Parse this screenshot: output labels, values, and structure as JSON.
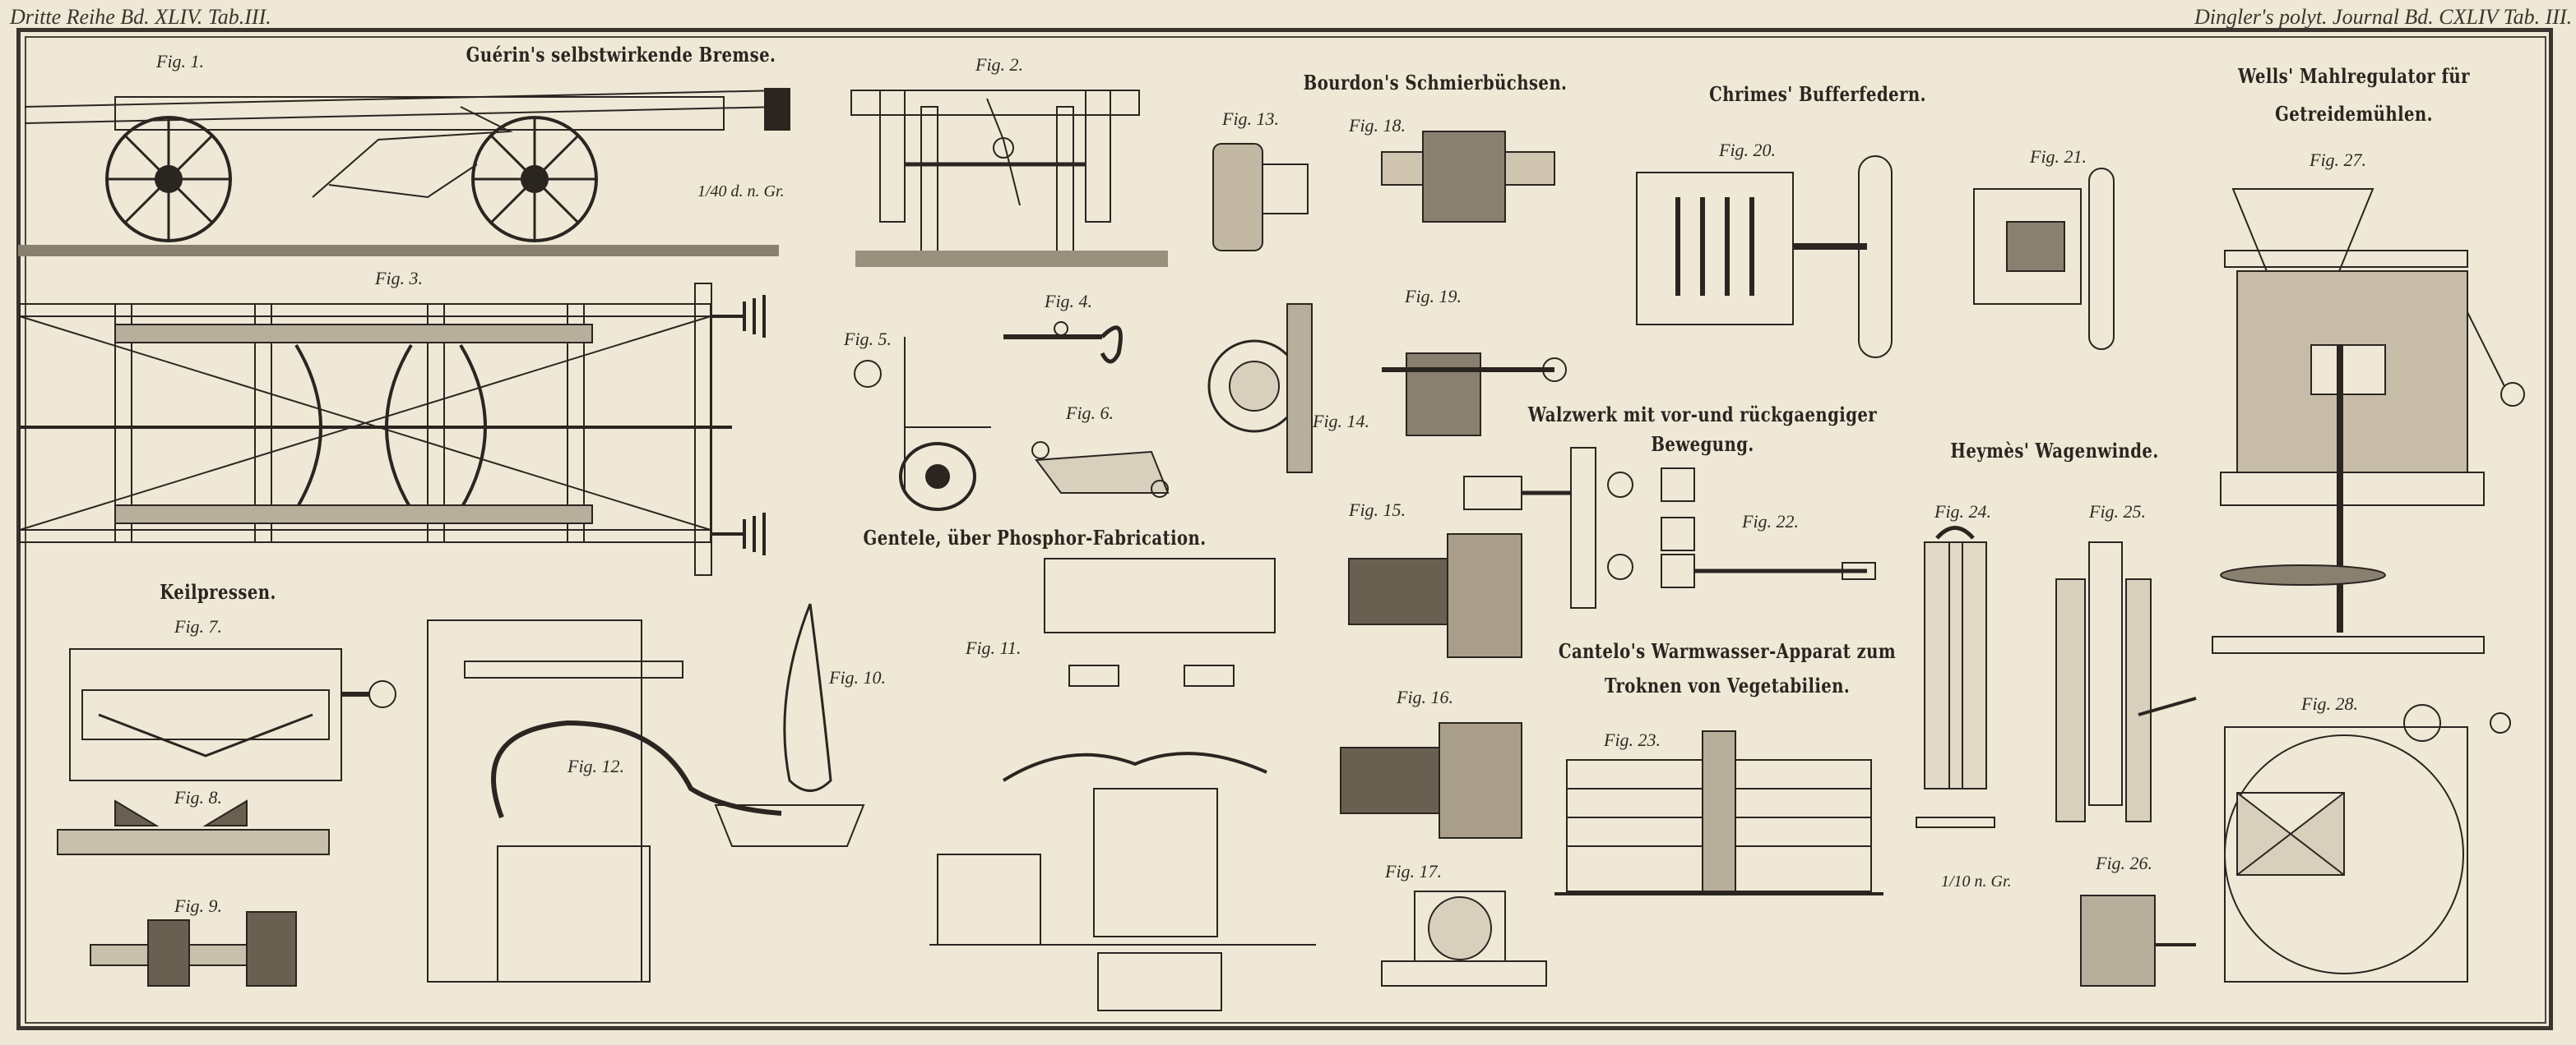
{
  "header": {
    "left": "Dritte Reihe Bd. XLIV. Tab.III.",
    "right": "Dingler's polyt. Journal Bd. CXLIV Tab. III."
  },
  "titles": {
    "guerin": "Guérin's selbstwirkende Bremse.",
    "bourdon": "Bourdon's Schmierbüchsen.",
    "chrimes": "Chrimes' Bufferfedern.",
    "wells_1": "Wells' Mahlregulator für",
    "wells_2": "Getreidemühlen.",
    "walzwerk_1": "Walzwerk mit vor-und rückgaengiger",
    "walzwerk_2": "Bewegung.",
    "heymes": "Heymès' Wagenwinde.",
    "keilpressen": "Keilpressen.",
    "gentele": "Gentele, über Phosphor-Fabrication.",
    "cantelo_1": "Cantelo's Warmwasser-Apparat zum",
    "cantelo_2": "Troknen von Vegetabilien."
  },
  "scales": {
    "fig1": "1/40 d. n. Gr.",
    "fig24": "1/10 n. Gr."
  },
  "figures": {
    "f1": "Fig. 1.",
    "f2": "Fig. 2.",
    "f3": "Fig. 3.",
    "f4": "Fig. 4.",
    "f5": "Fig. 5.",
    "f6": "Fig. 6.",
    "f7": "Fig. 7.",
    "f8": "Fig. 8.",
    "f9": "Fig. 9.",
    "f10": "Fig. 10.",
    "f11": "Fig. 11.",
    "f12": "Fig. 12.",
    "f13": "Fig. 13.",
    "f14": "Fig. 14.",
    "f15": "Fig. 15.",
    "f16": "Fig. 16.",
    "f17": "Fig. 17.",
    "f18": "Fig. 18.",
    "f19": "Fig. 19.",
    "f20": "Fig. 20.",
    "f21": "Fig. 21.",
    "f22": "Fig. 22.",
    "f23": "Fig. 23.",
    "f24": "Fig. 24.",
    "f25": "Fig. 25.",
    "f26": "Fig. 26.",
    "f27": "Fig. 27.",
    "f28": "Fig. 28."
  },
  "colors": {
    "paper": "#efe8d6",
    "ink": "#2a2520"
  }
}
